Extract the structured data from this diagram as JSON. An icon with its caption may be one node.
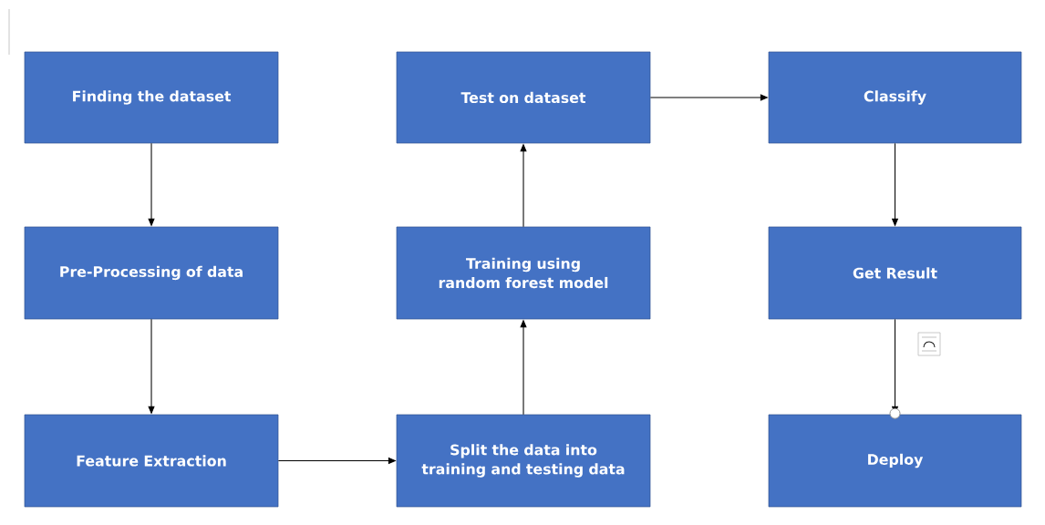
{
  "diagram": {
    "nodes": [
      {
        "text": [
          "Finding the dataset"
        ]
      },
      {
        "text": [
          "Pre-Processing of data"
        ]
      },
      {
        "text": [
          "Feature Extraction"
        ]
      },
      {
        "text": [
          "Split the data into training and testing data"
        ]
      },
      {
        "text": [
          "Training using random forest model"
        ]
      },
      {
        "text": [
          "Test on dataset"
        ]
      },
      {
        "text": [
          "Classify"
        ]
      },
      {
        "text": [
          "Get Result"
        ]
      },
      {
        "text": [
          "Deploy"
        ]
      }
    ],
    "edges": [
      {
        "from": 0,
        "to": 1,
        "arrow": "to"
      },
      {
        "from": 1,
        "to": 2,
        "arrow": "to"
      },
      {
        "from": 2,
        "to": 3,
        "arrow": "to"
      },
      {
        "from": 3,
        "to": 4,
        "arrow": "to"
      },
      {
        "from": 4,
        "to": 5,
        "arrow": "to"
      },
      {
        "from": 5,
        "to": 6,
        "arrow": "to"
      },
      {
        "from": 6,
        "to": 7,
        "arrow": "to"
      },
      {
        "from": 7,
        "to": 8,
        "arrow": "to"
      }
    ]
  }
}
